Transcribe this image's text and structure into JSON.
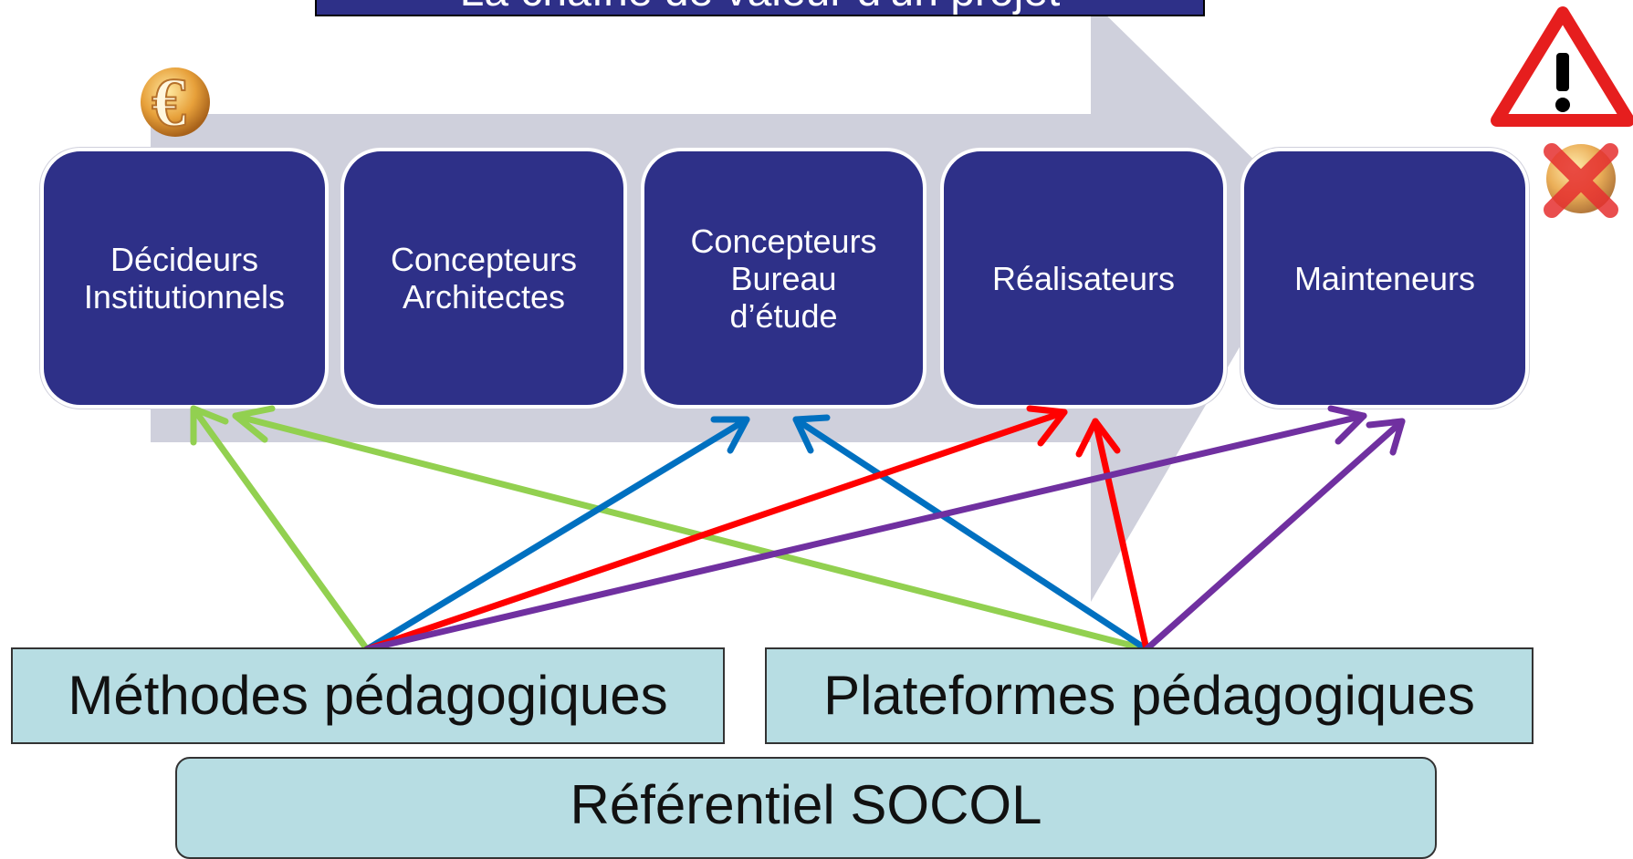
{
  "title": "La chaîne de valeur d'un projet",
  "stages": [
    {
      "label": "Décideurs\nInstitutionnels"
    },
    {
      "label": "Concepteurs\nArchitectes"
    },
    {
      "label": "Concepteurs\nBureau\nd’étude"
    },
    {
      "label": "Réalisateurs"
    },
    {
      "label": "Mainteneurs"
    }
  ],
  "bottom": {
    "methodes": "Méthodes pédagogiques",
    "plateformes": "Plateformes pédagogiques",
    "socol": "Référentiel SOCOL"
  },
  "icons": {
    "euro": "euro-coin-icon",
    "warning": "warning-triangle-icon",
    "crossed_coin": "crossed-out-coin-icon"
  },
  "colors": {
    "stage_fill": "#2e3088",
    "box_fill": "#b7dde3",
    "arrow_band": "#cfd0dc",
    "green": "#92d050",
    "blue": "#0070c0",
    "red": "#ff0000",
    "purple": "#7030a0"
  }
}
